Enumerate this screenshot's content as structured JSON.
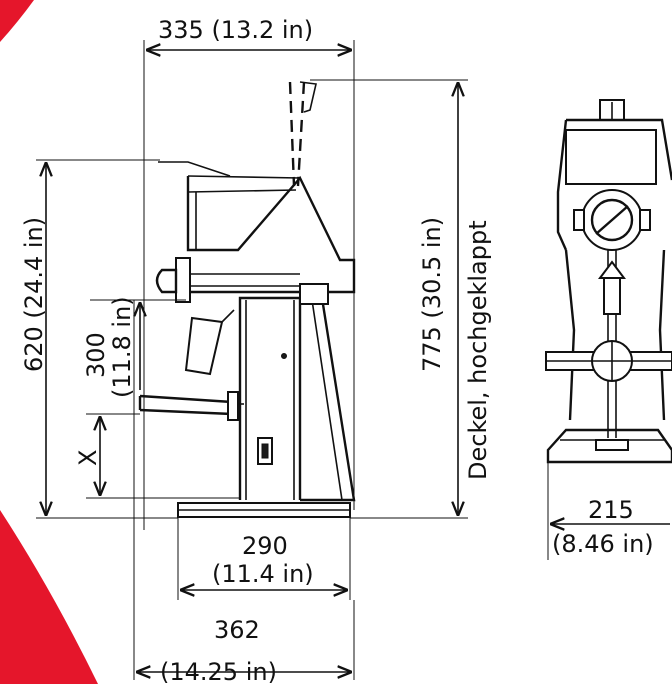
{
  "colors": {
    "line": "#111111",
    "accent_red": "#e5162b",
    "background": "#ffffff"
  },
  "dimensions": {
    "width_top": "335  (13.2  in)",
    "height_total": "620  (24.4  in)",
    "height_mid_mm": "300",
    "height_mid_in": "(11.8  in)",
    "offset_x": "X",
    "height_lid_mm": "775  (30.5  in)",
    "lid_note": "Deckel,  hochgeklappt",
    "base_mm": "290",
    "base_in": "(11.4  in)",
    "overall_mm": "362",
    "overall_in": "(14.25  in)",
    "front_mm": "215",
    "front_in": "(8.46  in)"
  }
}
